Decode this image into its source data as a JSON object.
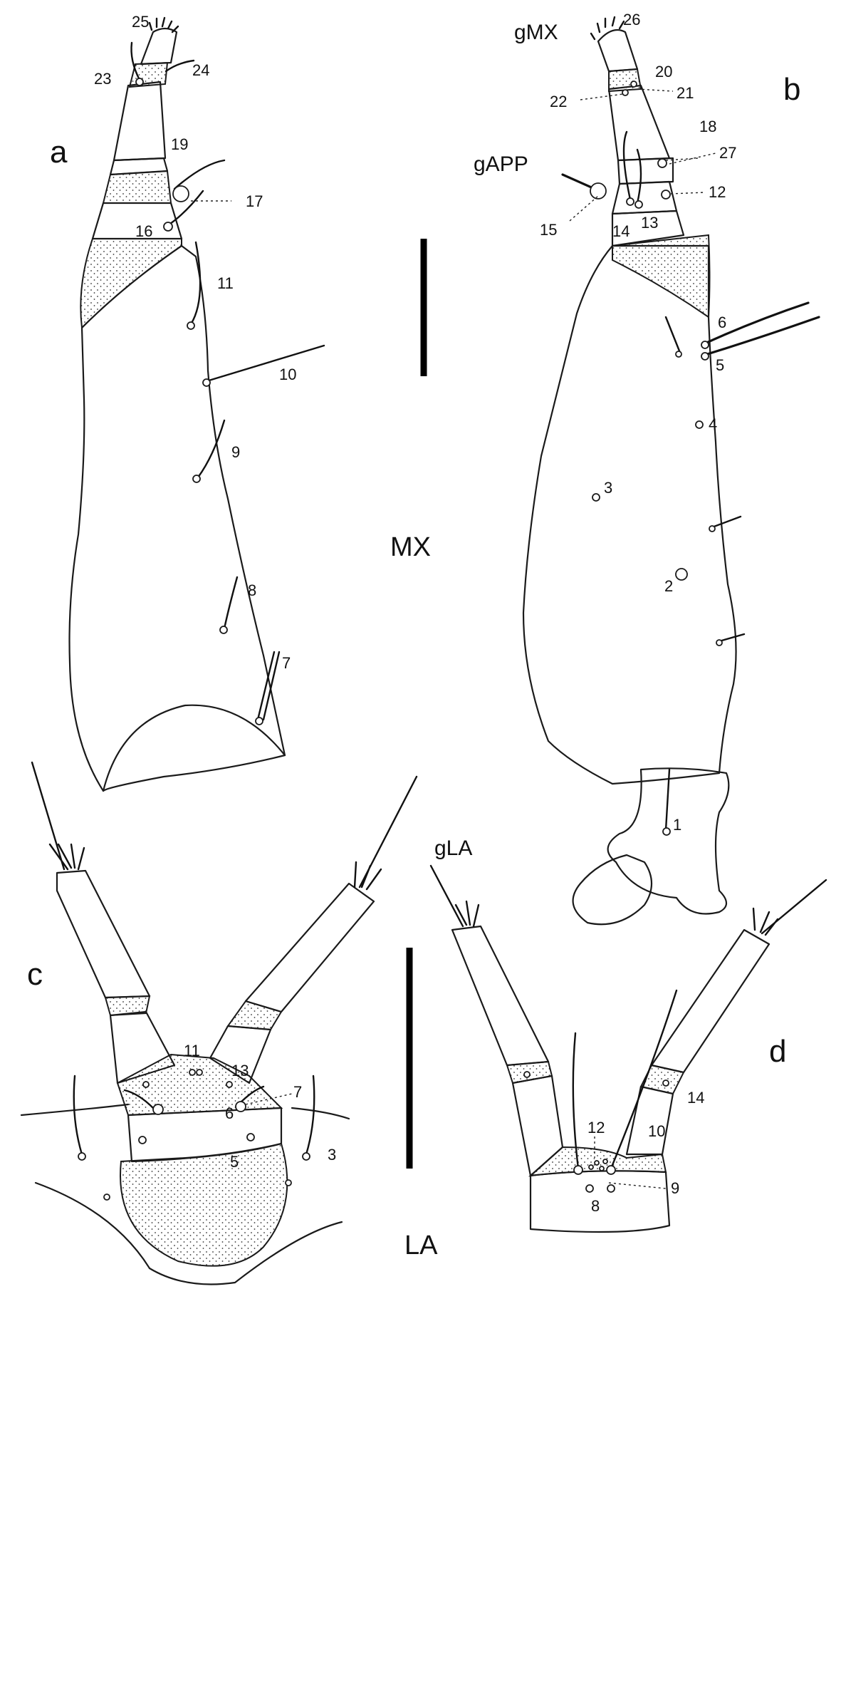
{
  "figure": {
    "panel_labels": {
      "a": "a",
      "b": "b",
      "c": "c",
      "d": "d"
    },
    "structure_labels": {
      "mx": "MX",
      "la": "LA"
    },
    "gland_labels": {
      "gmx": "gMX",
      "gapp": "gAPP",
      "gla": "gLA"
    },
    "panel_a_numbers": [
      "25",
      "24",
      "23",
      "19",
      "17",
      "16",
      "11",
      "10",
      "9",
      "8",
      "7"
    ],
    "panel_b_numbers": [
      "26",
      "20",
      "21",
      "22",
      "18",
      "27",
      "12",
      "15",
      "14",
      "13",
      "6",
      "5",
      "4",
      "3",
      "2",
      "1"
    ],
    "panel_c_numbers": [
      "11",
      "13",
      "7",
      "6",
      "5",
      "3"
    ],
    "panel_d_numbers": [
      "12",
      "14",
      "10",
      "9",
      "8"
    ]
  }
}
